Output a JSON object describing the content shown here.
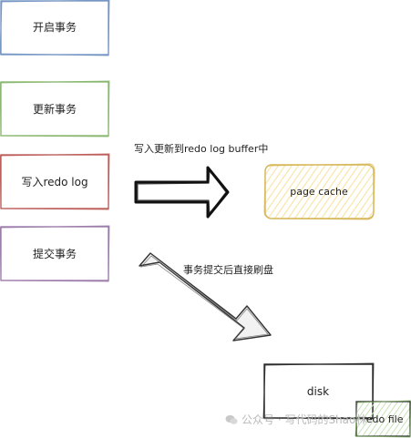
{
  "steps": {
    "start_transaction": "开启事务",
    "update_transaction": "更新事务",
    "write_redo_log": "写入redo log",
    "commit_transaction": "提交事务"
  },
  "targets": {
    "page_cache": "page cache",
    "disk": "disk",
    "redo_file": "redo file"
  },
  "arrows": {
    "to_buffer_label": "写入更新到redo log buffer中",
    "flush_label": "事务提交后直接刷盘"
  },
  "watermark": {
    "text": "公众号 · 写代码的Shao林"
  },
  "colors": {
    "blue_stroke": "#6c8ebf",
    "green_stroke": "#82b366",
    "red_stroke": "#b85450",
    "purple_stroke": "#9673a6",
    "yellow_stroke": "#d6b656",
    "yellow_fill": "#fff2cc",
    "lightgreen_stroke": "#82b366",
    "lightgreen_fill": "#d5e8d4"
  }
}
